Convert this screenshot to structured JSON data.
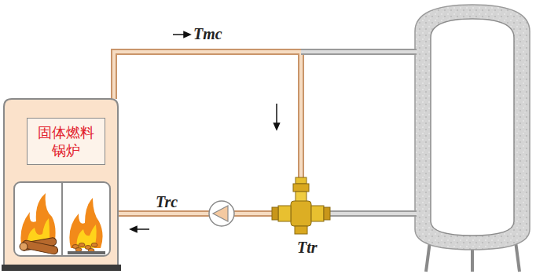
{
  "diagram": {
    "nodes": [
      {
        "text": [
          "固体燃料 锅炉"
        ]
      }
    ],
    "labels": [
      "Tmc",
      "Trc",
      "Ttr"
    ]
  }
}
